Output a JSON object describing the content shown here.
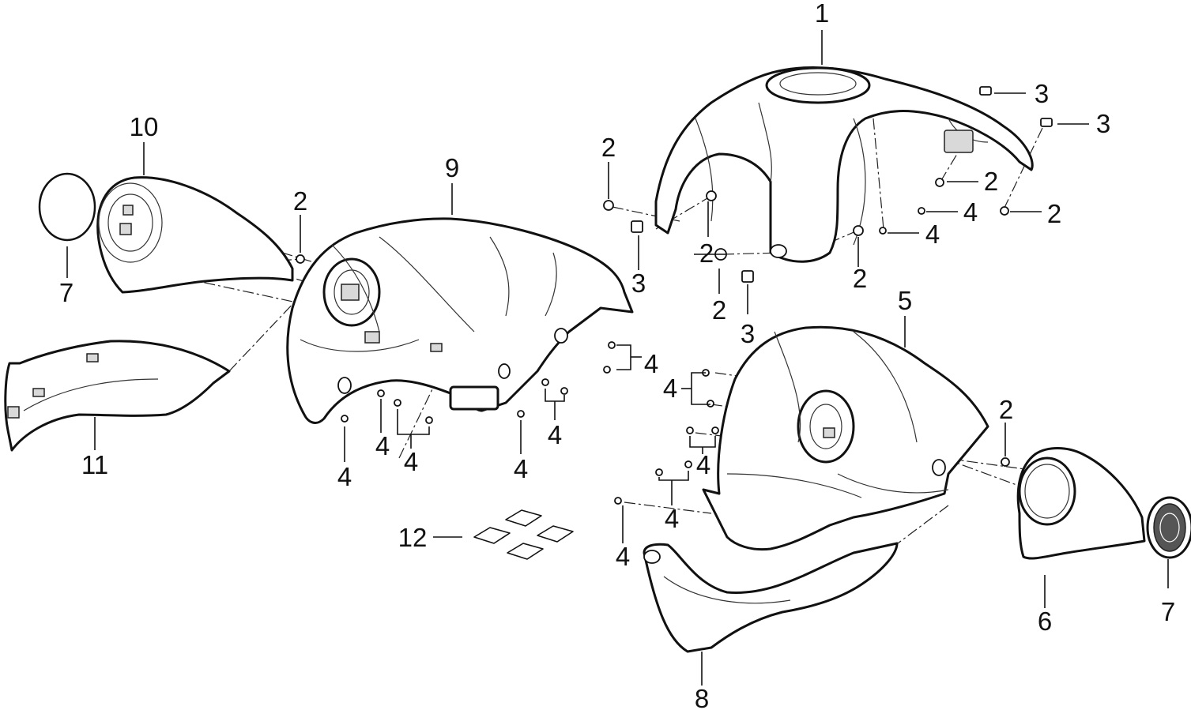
{
  "callouts": [
    {
      "number": "1"
    },
    {
      "number": "2"
    },
    {
      "number": "3"
    },
    {
      "number": "4"
    },
    {
      "number": "5"
    },
    {
      "number": "6"
    },
    {
      "number": "7"
    },
    {
      "number": "8"
    },
    {
      "number": "9"
    },
    {
      "number": "10"
    },
    {
      "number": "11"
    },
    {
      "number": "12"
    }
  ],
  "colors": {
    "line": "#111111",
    "fill": "#ffffff",
    "shade": "#d9d9d9"
  }
}
